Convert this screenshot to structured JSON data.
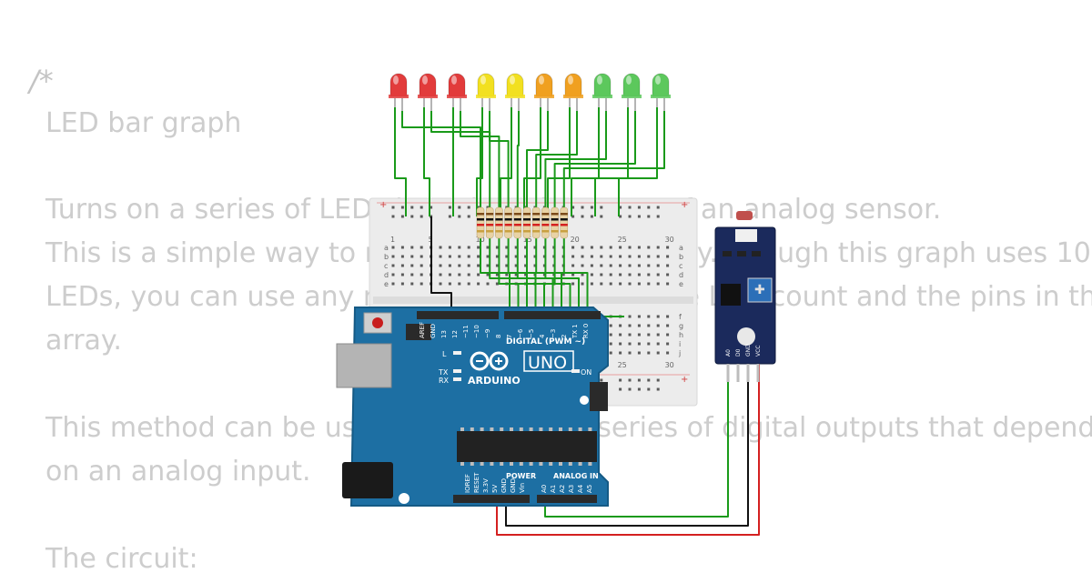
{
  "code": {
    "comment_open": "/*",
    "line_title": "LED bar graph",
    "line_2": "Turns on a series of LEDs based on the value of an analog sensor.",
    "line_3": "This is a simple way to make a bar graph display. Though this graph uses 10",
    "line_4": "LEDs, you can use any number by changing the LED count and the pins in the",
    "line_5": "array.",
    "line_6": "This method can be used to control any series of digital outputs that depends",
    "line_7": "on an analog input.",
    "line_8": "The circuit:"
  },
  "circuit": {
    "led_colors": [
      "#e23b3b",
      "#e23b3b",
      "#e23b3b",
      "#f2e020",
      "#f2e020",
      "#f0a020",
      "#f0a020",
      "#5cc85c",
      "#5cc85c",
      "#5cc85c"
    ],
    "wire_colors": {
      "signal": "#1a9a1a",
      "ground": "#111111",
      "power": "#d42020"
    },
    "breadboard": {
      "col_labels": [
        "1",
        "5",
        "10",
        "15",
        "20",
        "25",
        "30"
      ],
      "row_labels_top": [
        "a",
        "b",
        "c",
        "d",
        "e"
      ],
      "row_labels_bottom": [
        "f",
        "g",
        "h",
        "i",
        "j"
      ],
      "lower_col_labels": [
        "25",
        "30"
      ]
    },
    "arduino": {
      "brand": "ARDUINO",
      "model": "UNO",
      "digital_label": "DIGITAL (PWM ~)",
      "on_label": "ON",
      "tx_label": "TX",
      "rx_label": "RX",
      "l_label": "L",
      "power_label": "POWER",
      "analog_label": "ANALOG IN",
      "top_pin_labels": [
        "AREF",
        "GND",
        "13",
        "12",
        "~11",
        "~10",
        "~9",
        "8",
        "7",
        "~6",
        "~5",
        "4",
        "~3",
        "2",
        "TX 1",
        "RX 0"
      ],
      "power_pin_labels": [
        "IOREF",
        "RESET",
        "3.3V",
        "5V",
        "GND",
        "GND",
        "Vin"
      ],
      "analog_pin_labels": [
        "A0",
        "A1",
        "A2",
        "A3",
        "A4",
        "A5"
      ]
    },
    "sensor": {
      "pin_labels": [
        "A0",
        "D0",
        "GND",
        "VCC"
      ]
    }
  }
}
